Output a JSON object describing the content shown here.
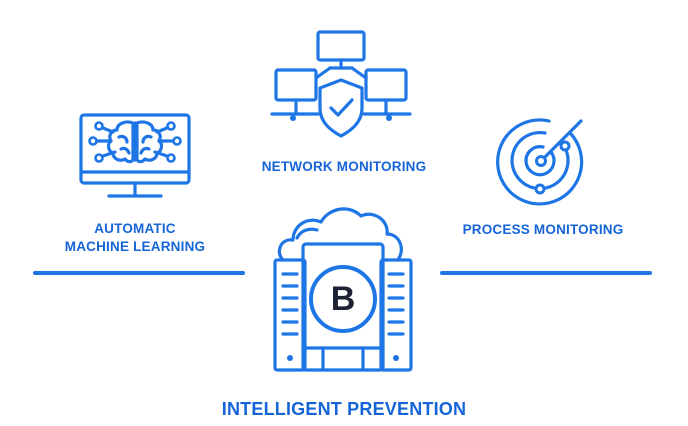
{
  "labels": {
    "automatic_line1": "AUTOMATIC",
    "automatic_line2": "MACHINE LEARNING",
    "network": "NETWORK MONITORING",
    "process": "PROCESS MONITORING",
    "prevention": "INTELLIGENT PREVENTION",
    "logo_letter": "B"
  },
  "icons": {
    "brain_monitor": "brain-monitor-icon",
    "network_shield": "network-shield-icon",
    "radar": "radar-icon",
    "cloud_server": "cloud-server-icon"
  },
  "colors": {
    "primary": "#1e76e6",
    "label": "#1565d8",
    "logo_ring": "#1e76e6",
    "logo_letter": "#1c2233"
  }
}
